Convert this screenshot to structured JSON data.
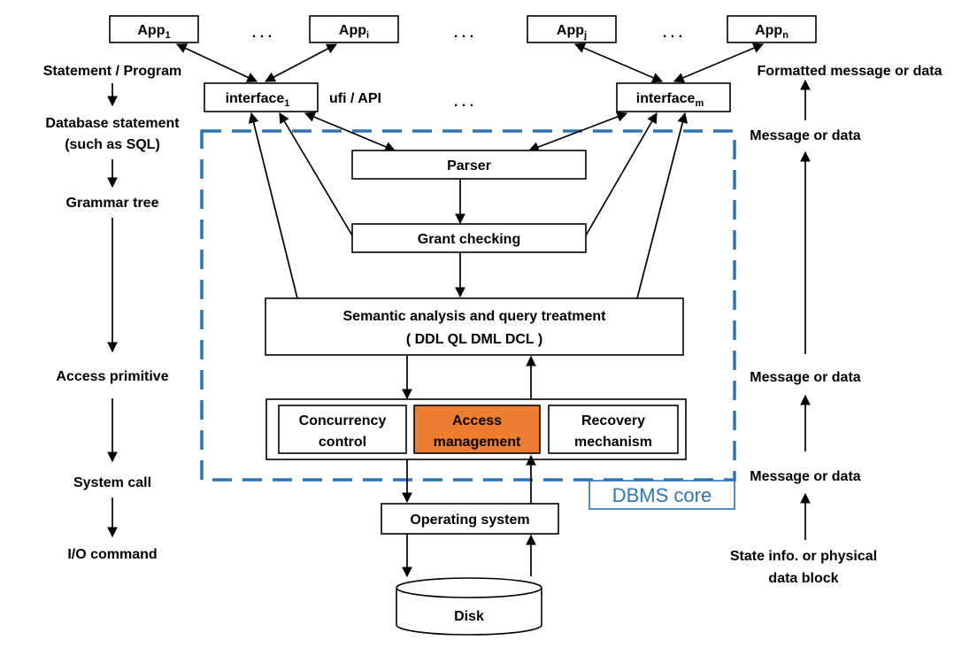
{
  "apps": [
    {
      "base": "App",
      "sub": "1"
    },
    {
      "base": "App",
      "sub": "i"
    },
    {
      "base": "App",
      "sub": "j"
    },
    {
      "base": "App",
      "sub": "n"
    }
  ],
  "ellipsis": ". . .",
  "interfaces": [
    {
      "base": "interface",
      "sub": "1"
    },
    {
      "base": "interface",
      "sub": "m"
    }
  ],
  "ufi_api": "ufi / API",
  "left_column": [
    "Statement / Program",
    "Database statement",
    "(such as SQL)",
    "Grammar tree",
    "Access primitive",
    "System call",
    "I/O command"
  ],
  "right_column": [
    "Formatted message or data",
    "Message or data",
    "Message or data",
    "Message or data",
    "State info. or physical",
    "data block"
  ],
  "boxes": {
    "parser": "Parser",
    "grant": "Grant checking",
    "semantic_line1": "Semantic analysis and query treatment",
    "semantic_line2": "( DDL  QL  DML  DCL )",
    "concurrency_line1": "Concurrency",
    "concurrency_line2": "control",
    "access_line1": "Access",
    "access_line2": "management",
    "recovery_line1": "Recovery",
    "recovery_line2": "mechanism",
    "os": "Operating system",
    "disk": "Disk"
  },
  "core_label": "DBMS core",
  "colors": {
    "core_border": "#2e75b6",
    "access_fill": "#ed7d31"
  }
}
